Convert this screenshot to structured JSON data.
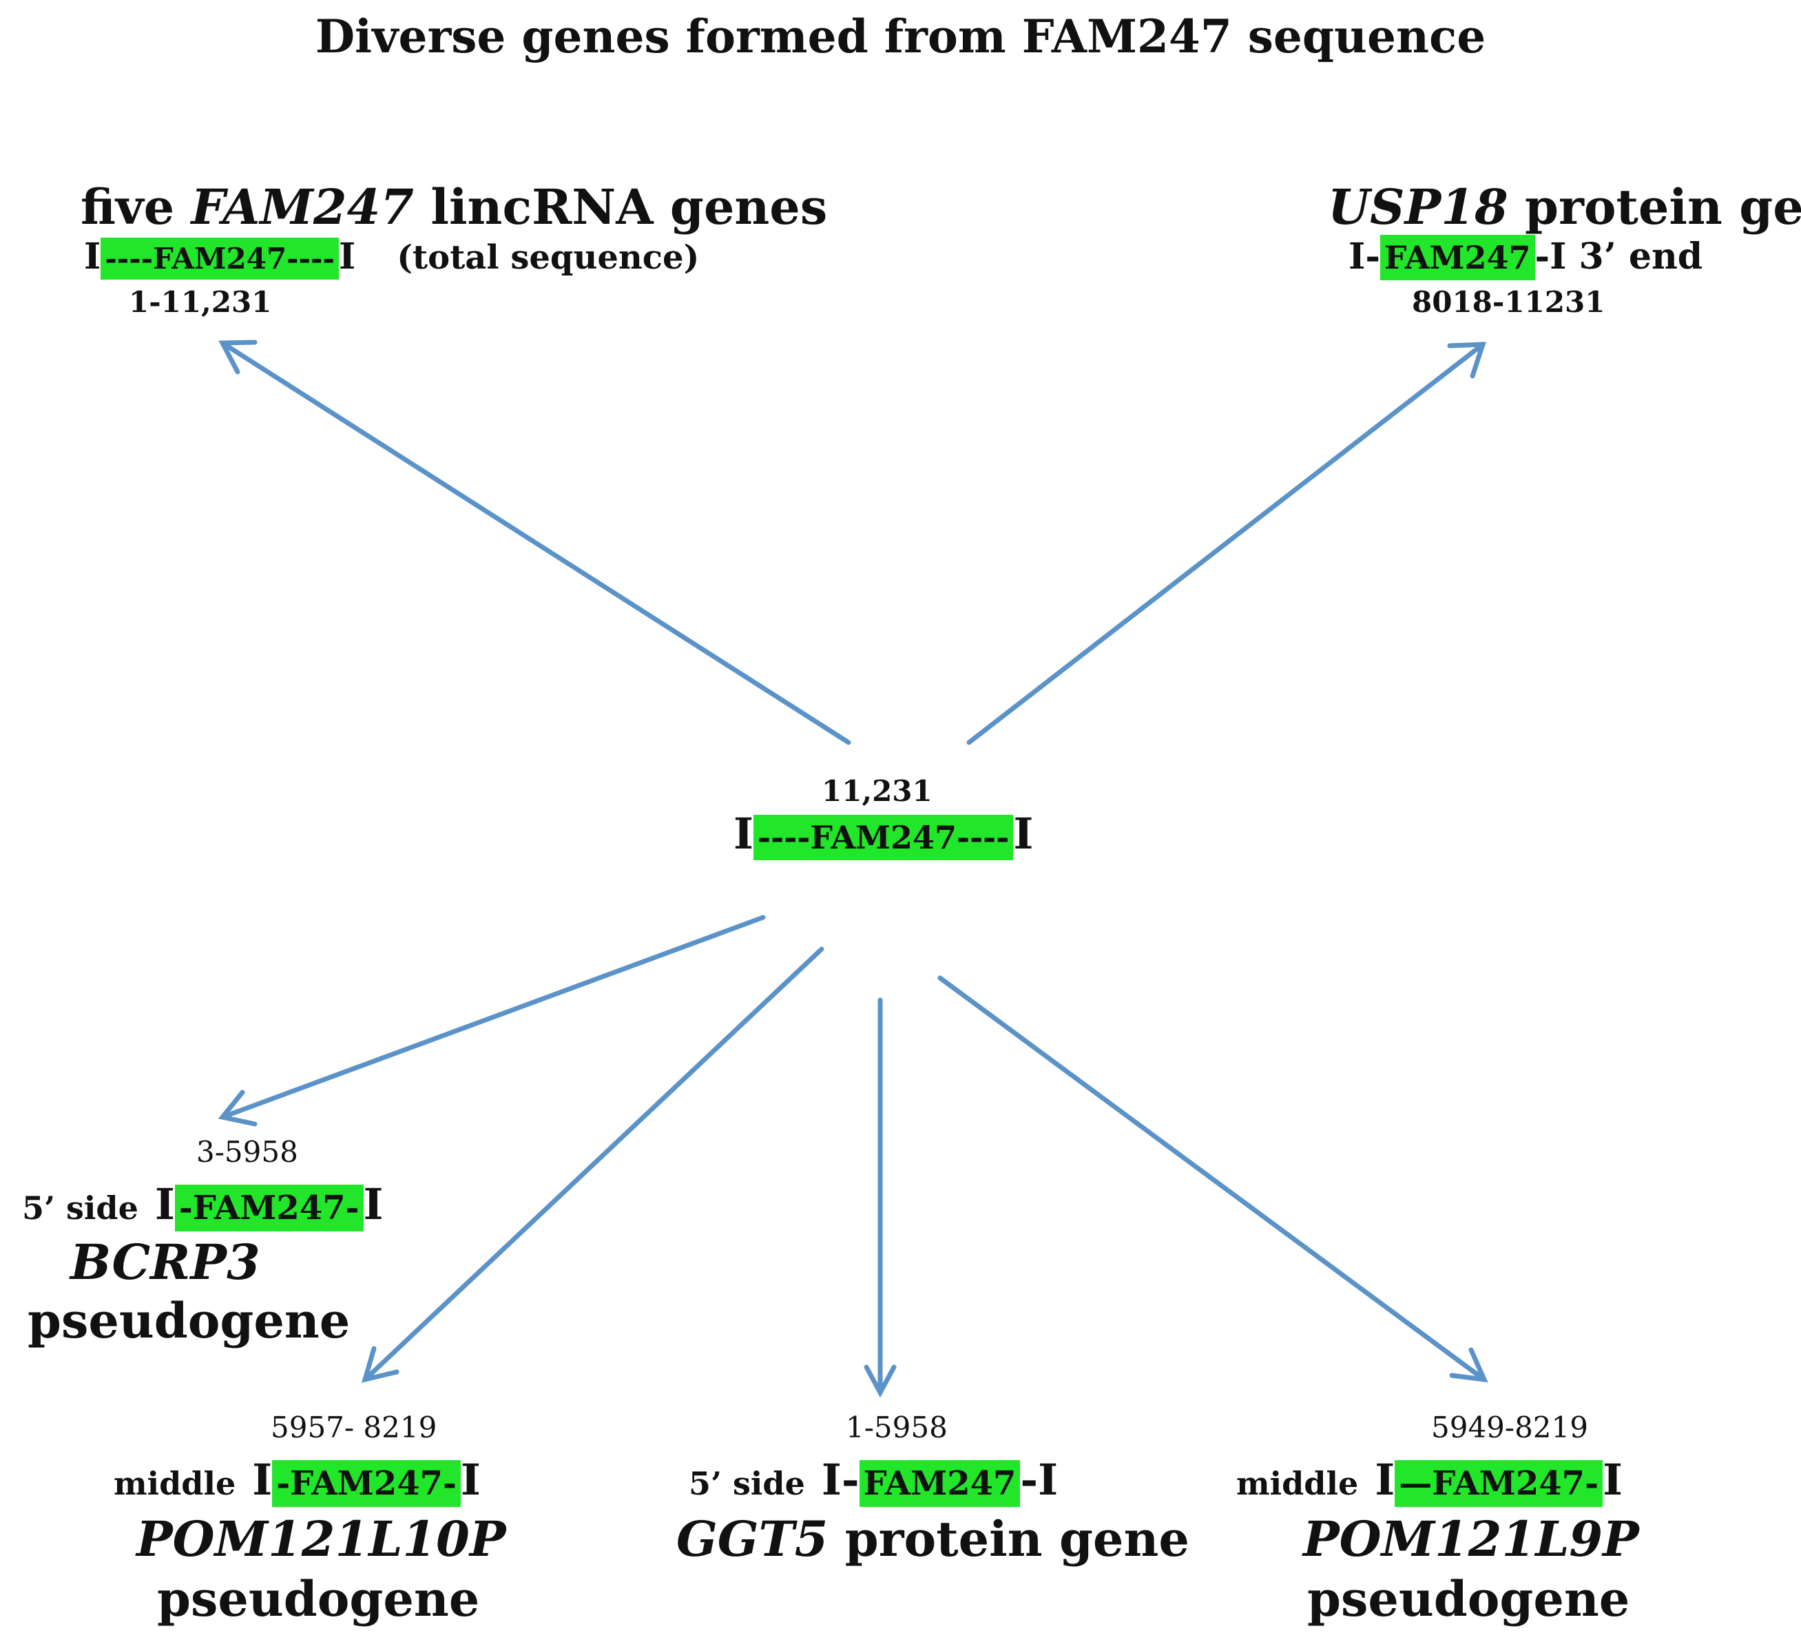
{
  "title": "Diverse genes formed from  FAM247 sequence",
  "colors": {
    "highlight": "#22e62a",
    "arrow": "#5b93c8",
    "text": "#111111"
  },
  "center": {
    "length": "11,231",
    "bar_left": "I",
    "seq": "----FAM247----",
    "bar_right": "I"
  },
  "top_left": {
    "prefix": "five ",
    "gene": "FAM247",
    "suffix": " lincRNA genes",
    "bar_left": "I",
    "seq": "----FAM247----",
    "bar_right": "I",
    "note": "(total sequence)",
    "range": "1-11,231"
  },
  "top_right": {
    "gene": "USP18",
    "suffix": " protein gene",
    "bar_left": "I-",
    "seq": "FAM247",
    "bar_right": "-I",
    "note": " 3’ end",
    "range": "8018-11231"
  },
  "bcrp3": {
    "range": "3-5958",
    "side": "5’ side",
    "bar_left": "I",
    "seq": "-FAM247-",
    "bar_right": "I",
    "gene": "BCRP3",
    "type": "pseudogene"
  },
  "pom121l10p": {
    "range": "5957- 8219",
    "side": "middle",
    "bar_left": "I",
    "seq": "-FAM247-",
    "bar_right": "I",
    "gene": "POM121L10P",
    "type": "pseudogene"
  },
  "ggt5": {
    "range": "1-5958",
    "side": "5’ side",
    "bar_left": "I-",
    "seq": "FAM247",
    "bar_right": "-I",
    "gene": "GGT5",
    "type": " protein gene"
  },
  "pom121l9p": {
    "range": "5949-8219",
    "side": "middle",
    "bar_left": "I",
    "seq": "—FAM247-",
    "bar_right": "I",
    "gene": "POM121L9P",
    "type": "pseudogene"
  }
}
